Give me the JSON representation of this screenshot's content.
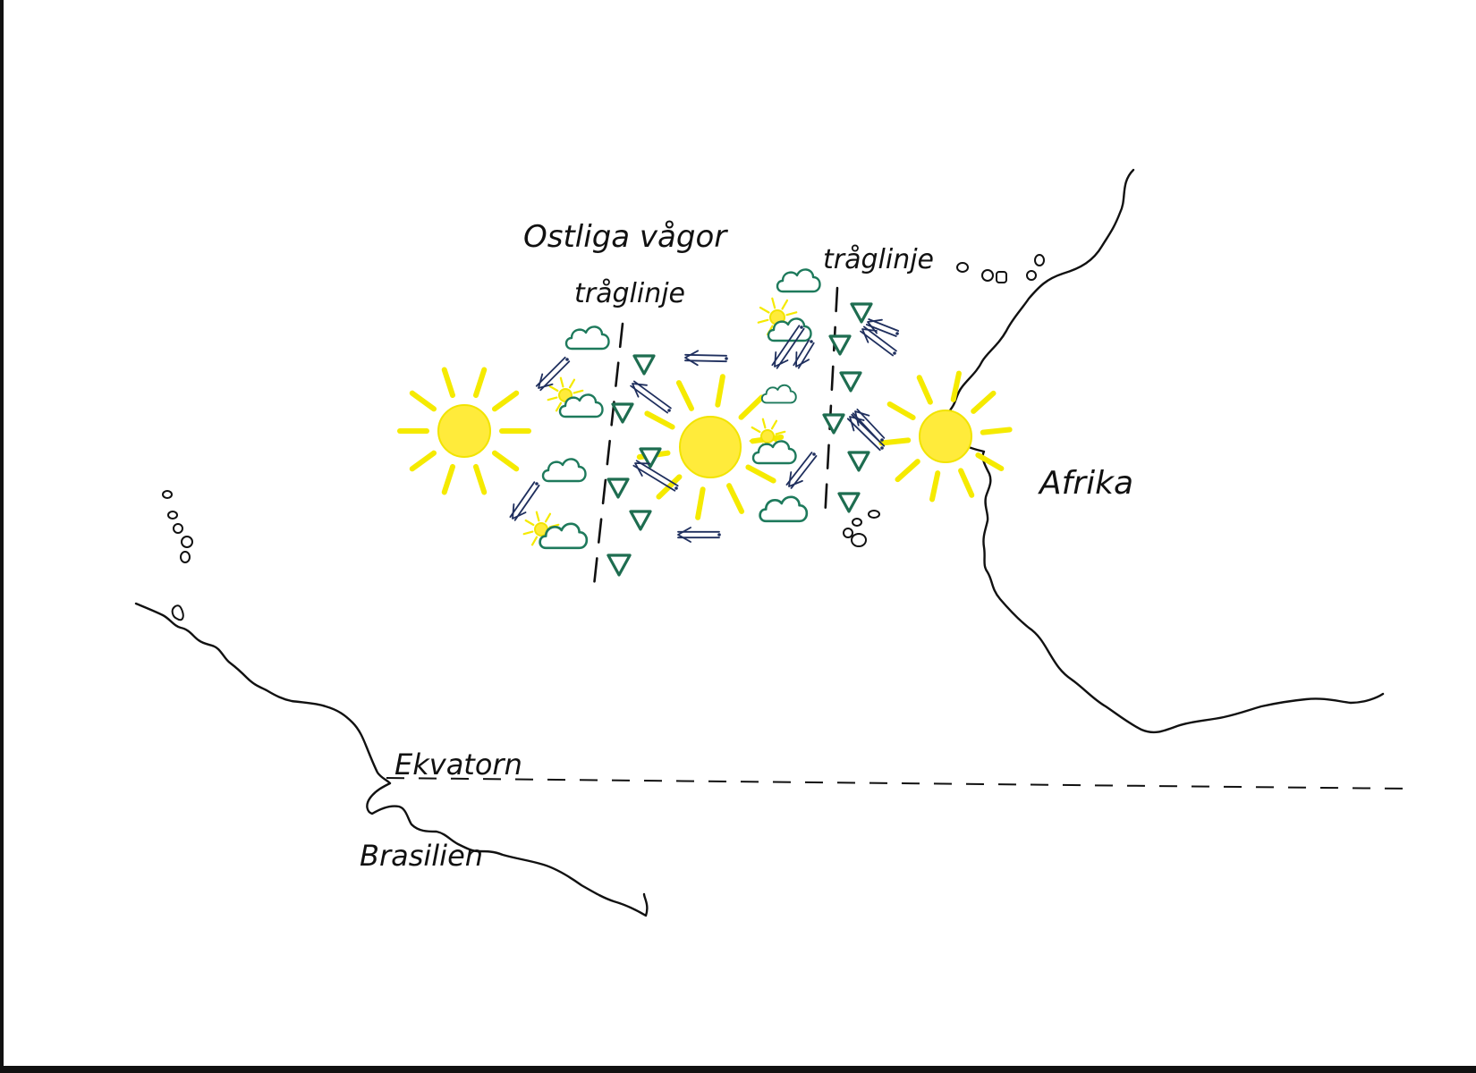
{
  "labels": {
    "title": "Ostliga vågor",
    "trough_west": "tråglinje",
    "trough_east": "tråglinje",
    "continent_africa": "Afrika",
    "equator": "Ekvatorn",
    "continent_south_america": "Brasilien"
  },
  "symbols": {
    "sun_icon": "clear-sky-sun",
    "cloud_icon": "fair-weather-cloud",
    "shower_icon": "rain-shower-triangle",
    "wind_icon": "easterly-wind-arrow",
    "trough_line": "trough-axis-dashed",
    "equator_line": "equator-dashed"
  },
  "colors": {
    "sun_fill": "#ffeb3b",
    "sun_ray": "#f5ea00",
    "sun_core": "#fde800",
    "cloud_stroke": "#1e7a5c",
    "shower_stroke": "#1e6d50",
    "wind_stroke": "#1f2f5e",
    "ink": "#111111"
  }
}
